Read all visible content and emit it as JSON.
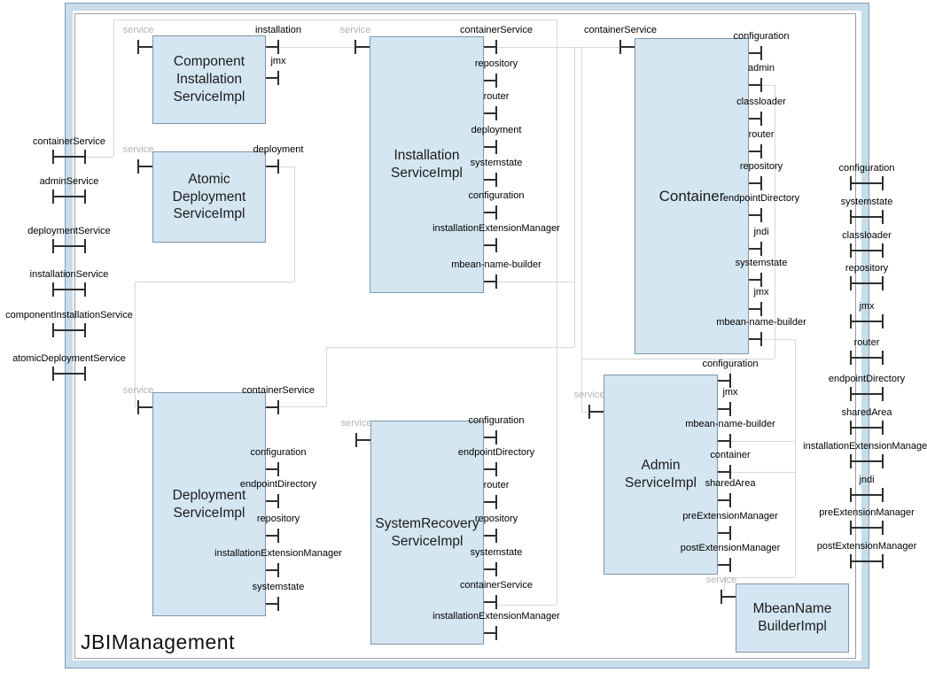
{
  "diagram": {
    "type": "component-diagram",
    "title": "JBIManagement",
    "components": [
      {
        "id": "component-installation-service-impl",
        "title_lines": [
          "Component",
          "Installation",
          "ServiceImpl"
        ],
        "left_ports": [
          "service"
        ],
        "right_ports": [
          "installation",
          "jmx"
        ]
      },
      {
        "id": "atomic-deployment-service-impl",
        "title_lines": [
          "Atomic",
          "Deployment",
          "ServiceImpl"
        ],
        "left_ports": [
          "service"
        ],
        "right_ports": [
          "deployment"
        ]
      },
      {
        "id": "installation-service-impl",
        "title_lines": [
          "Installation",
          "ServiceImpl"
        ],
        "left_ports": [
          "service"
        ],
        "right_ports": [
          "containerService",
          "repository",
          "router",
          "deployment",
          "systemstate",
          "configuration",
          "installationExtensionManager",
          "mbean-name-builder"
        ]
      },
      {
        "id": "container",
        "title_lines": [
          "Container"
        ],
        "left_ports": [
          "containerService"
        ],
        "right_ports": [
          "configuration",
          "admin",
          "classloader",
          "router",
          "repository",
          "endpointDirectory",
          "jndi",
          "systemstate",
          "jmx",
          "mbean-name-builder"
        ]
      },
      {
        "id": "admin-service-impl",
        "title_lines": [
          "Admin",
          "ServiceImpl"
        ],
        "left_ports": [
          "service"
        ],
        "right_ports": [
          "configuration",
          "jmx",
          "mbean-name-builder",
          "container",
          "sharedArea",
          "preExtensionManager",
          "postExtensionManager"
        ]
      },
      {
        "id": "deployment-service-impl",
        "title_lines": [
          "Deployment",
          "ServiceImpl"
        ],
        "left_ports": [
          "service"
        ],
        "right_ports": [
          "containerService",
          "configuration",
          "endpointDirectory",
          "repository",
          "installationExtensionManager",
          "systemstate"
        ]
      },
      {
        "id": "system-recovery-service-impl",
        "title_lines": [
          "SystemRecovery",
          "ServiceImpl"
        ],
        "left_ports": [
          "service"
        ],
        "right_ports": [
          "configuration",
          "endpointDirectory",
          "router",
          "repository",
          "systemstate",
          "containerService",
          "installationExtensionManager"
        ]
      },
      {
        "id": "mbean-name-builder-impl",
        "title_lines": [
          "MbeanName",
          "BuilderImpl"
        ],
        "left_ports": [
          "service"
        ],
        "right_ports": []
      }
    ],
    "edge_ports": {
      "left": [
        "containerService",
        "adminService",
        "deploymentService",
        "installationService",
        "componentInstallationService",
        "atomicDeploymentService"
      ],
      "right": [
        "configuration",
        "systemstate",
        "classloader",
        "repository",
        "jmx",
        "router",
        "endpointDirectory",
        "sharedArea",
        "installationExtensionManager",
        "jndi",
        "preExtensionManager",
        "postExtensionManager"
      ]
    },
    "colors": {
      "component_fill": "#d4e6f2",
      "component_border": "#7d96aa",
      "frame_band": "#c8dcea",
      "frame_outline": "#7f9db8",
      "inner_border": "#9c9c9c",
      "connector": "#d8d8d8",
      "tick": "#2f2f2f",
      "service_label": "#b3b3b3",
      "label": "#000000"
    }
  }
}
